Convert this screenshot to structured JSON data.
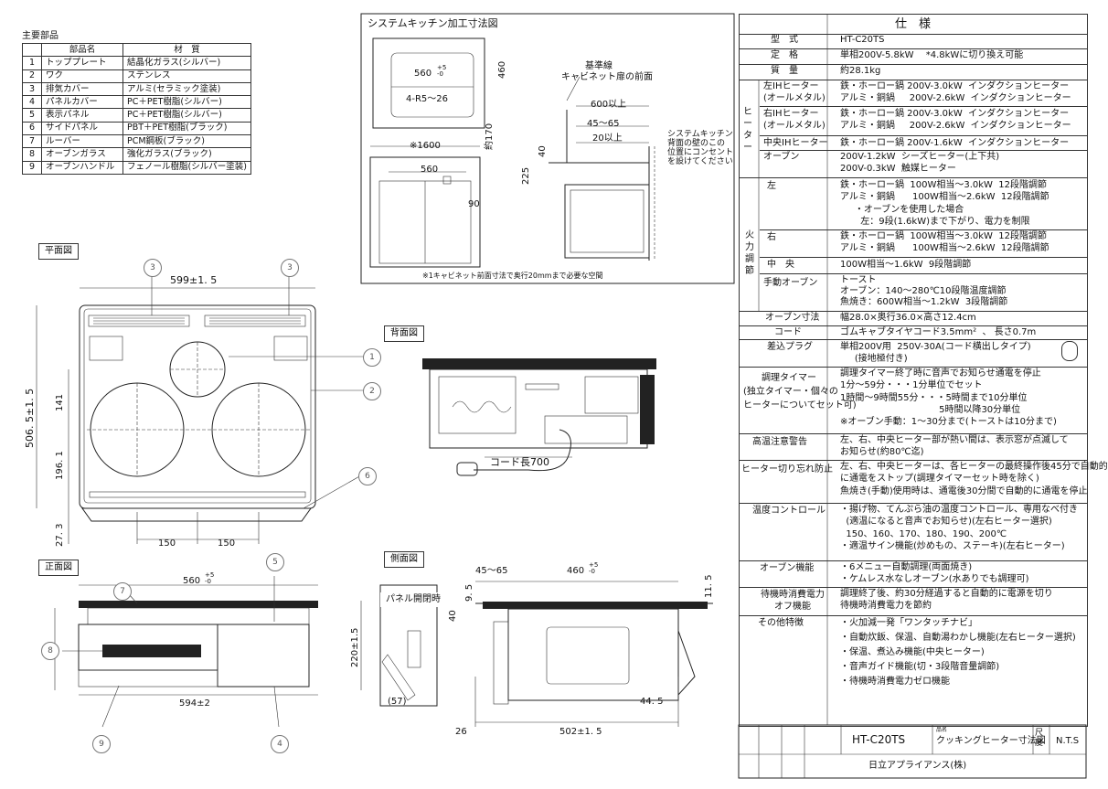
{
  "parts_table": {
    "title": "主要部品",
    "headers": [
      "部品名",
      "材　質"
    ],
    "rows": [
      {
        "no": "1",
        "name": "トッププレート",
        "material": "結晶化ガラス(シルバー)"
      },
      {
        "no": "2",
        "name": "ワク",
        "material": "ステンレス"
      },
      {
        "no": "3",
        "name": "排気カバー",
        "material": "アルミ(セラミック塗装)"
      },
      {
        "no": "4",
        "name": "パネルカバー",
        "material": "PC＋PET樹脂(シルバー)"
      },
      {
        "no": "5",
        "name": "表示パネル",
        "material": "PC＋PET樹脂(シルバー)"
      },
      {
        "no": "6",
        "name": "サイドパネル",
        "material": "PBT＋PET樹脂(ブラック)"
      },
      {
        "no": "7",
        "name": "ルーバー",
        "material": "PCM鋼板(ブラック)"
      },
      {
        "no": "8",
        "name": "オーブンガラス",
        "material": "強化ガラス(ブラック)"
      },
      {
        "no": "9",
        "name": "オーブンハンドル",
        "material": "フェノール樹脂(シルバー塗装)"
      }
    ]
  },
  "kitchen": {
    "title": "システムキッチン加工寸法図",
    "dim_w": "560",
    "dim_w_tol": "+5\n-0",
    "dim_d": "460",
    "corner": "4-R5〜26",
    "kijunsen": "基準線",
    "cabinet_front": "キャビネット扉の前面",
    "d600": "600以上",
    "d45": "45〜65",
    "d20": "20以上",
    "note_outlet": "システムキッチン\n背面の壁のこの\n位置にコンセント\nを設けてください",
    "d170": "約170",
    "d40": "40",
    "d225": "225",
    "d1600": "※1600",
    "d560b": "560",
    "d90": "90",
    "footnote": "※1キャビネット前面寸法で奥行20mmまで必要な空間"
  },
  "plan": {
    "title": "平面図",
    "w": "599±1. 5",
    "d": "506. 5±1. 5",
    "d141": "141",
    "d196": "196. 1",
    "d27": "27. 3",
    "d150a": "150",
    "d150b": "150"
  },
  "back": {
    "title": "背面図",
    "cord": "コード長700"
  },
  "front": {
    "title": "正面図",
    "w560": "560",
    "tol": "+5\n-0",
    "w594": "594±2",
    "h220": "220±1.5"
  },
  "side": {
    "title": "側面図",
    "panel": "パネル開閉時",
    "d45": "45〜65",
    "d460": "460",
    "tol": "+5\n-0",
    "d95": "9. 5",
    "d40": "40",
    "d115": "11. 5",
    "d57": "(57)",
    "d445": "44. 5",
    "d26": "26",
    "d502": "502±1. 5"
  },
  "spec": {
    "title": "仕　様",
    "model_label": "型　式",
    "model": "HT-C20TS",
    "rating_label": "定　格",
    "rating": "単相200V-5.8kW　 *4.8kWに切り換え可能",
    "mass_label": "質　量",
    "mass": "約28.1kg",
    "heater_group": "ヒーター",
    "left_label": "左IHヒーター\n(オールメタル)",
    "left_val": "鉄・ホーロー鍋 200V-3.0kW  インダクションヒーター\nアルミ・銅鍋     200V-2.6kW  インダクションヒーター",
    "right_label": "右IHヒーター\n(オールメタル)",
    "right_val": "鉄・ホーロー鍋 200V-3.0kW  インダクションヒーター\nアルミ・銅鍋     200V-2.6kW  インダクションヒーター",
    "center_label": "中央IHヒーター",
    "center_val": "鉄・ホーロー鍋 200V-1.6kW  インダクションヒーター",
    "oven_label": "オーブン",
    "oven_val": "200V-1.2kW  シーズヒーター(上下共)\n200V-0.3kW  触媒ヒーター",
    "power_group": "火力調節",
    "p_left_label": "左",
    "p_left_val": "鉄・ホーロー鍋  100W相当〜3.0kW  12段階調節\nアルミ・銅鍋      100W相当〜2.6kW  12段階調節\n     ・オーブンを使用した場合\n       左：9段(1.6kW)まで下がり、電力を制限",
    "p_right_label": "右",
    "p_right_val": "鉄・ホーロー鍋  100W相当〜3.0kW  12段階調節\nアルミ・銅鍋      100W相当〜2.6kW  12段階調節",
    "p_center_label": "中　央",
    "p_center_val": "100W相当〜1.6kW  9段階調節",
    "p_oven_label": "手動オーブン",
    "p_oven_val": "トースト\nオーブン：140〜280℃10段階温度調節\n魚焼き：600W相当〜1.2kW  3段階調節",
    "oven_size_label": "オーブン寸法",
    "oven_size": "幅28.0×奥行36.0×高さ12.4cm",
    "cord_label": "コード",
    "cord": "ゴムキャブタイヤコード3.5mm²  、 長さ0.7m",
    "plug_label": "差込プラグ",
    "plug": "単相200V用  250V-30A(コード横出しタイプ)\n     (接地極付き)",
    "timer_label": "調理タイマー\n(独立タイマー・個々の\nヒーターについてセット可)",
    "timer": "調理タイマー終了時に音声でお知らせ通電を停止\n1分〜59分・・・1分単位でセット\n1時間〜9時間55分・・・5時間まで10分単位\n                                  5時間以降30分単位\n※オーブン手動：1〜30分まで(トーストは10分まで)",
    "hot_label": "高温注意警告",
    "hot": "左、右、中央ヒーター部が熱い間は、表示窓が点滅して\nお知らせ(約80℃迄)",
    "forget_label": "ヒーター切り忘れ防止",
    "forget": "左、右、中央ヒーターは、各ヒーターの最終操作後45分で自動的\nに通電をストップ(調理タイマーセット時を除く)\n魚焼き(手動)使用時は、通電後30分間で自動的に通電を停止",
    "temp_label": "温度コントロール",
    "temp": "・揚げ物、てんぷら油の温度コントロール、専用なべ付き\n  (適温になると音声でお知らせ)(左右ヒーター選択)\n  150、160、170、180、190、200℃\n・適温サイン機能(炒めもの、ステーキ)(左右ヒーター)",
    "ovenfn_label": "オーブン機能",
    "ovenfn": "・6メニュー自動調理(両面焼き)\n・ケムレス水なしオーブン(水ありでも調理可)",
    "standby_label": "待機時消費電力\nオフ機能",
    "standby": "調理終了後、約30分経過すると自動的に電源を切り\n待機時消費電力を節約",
    "other_label": "その他特徴",
    "other": "・火加減一発「ワンタッチナビ」\n・自動炊飯、保温、自動湯わかし機能(左右ヒーター選択)\n・保温、煮込み機能(中央ヒーター)\n・音声ガイド機能(切・3段階音量調節)\n・待機時消費電力ゼロ機能"
  },
  "titleblock": {
    "model": "HT-C20TS",
    "name_small": "品名",
    "name": "クッキングヒーター寸法図",
    "scale_label": "尺度",
    "scale": "N.T.S",
    "company": "日立アプライアンス(株)"
  },
  "callouts": [
    "1",
    "2",
    "3",
    "3",
    "4",
    "5",
    "6",
    "7",
    "8",
    "9"
  ]
}
